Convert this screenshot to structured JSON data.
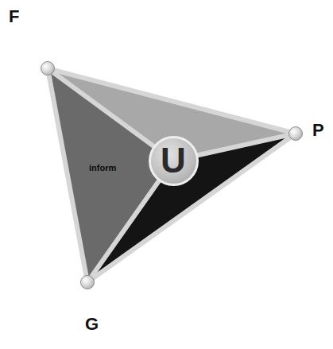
{
  "diagram": {
    "nodes": [
      {
        "text": [
          "F"
        ]
      },
      {
        "text": [
          "P"
        ]
      },
      {
        "text": [
          "U"
        ]
      },
      {
        "text": [
          "G"
        ]
      }
    ],
    "edges": [
      {
        "from": 0,
        "to": 1,
        "arrow": "none"
      },
      {
        "from": 0,
        "to": 3,
        "arrow": "none"
      },
      {
        "from": 1,
        "to": 3,
        "arrow": "none"
      },
      {
        "from": 0,
        "to": 2,
        "arrow": "none"
      },
      {
        "from": 1,
        "to": 2,
        "arrow": "none"
      },
      {
        "from": 3,
        "to": 2,
        "arrow": "none"
      }
    ],
    "labels": [
      "inform"
    ]
  }
}
